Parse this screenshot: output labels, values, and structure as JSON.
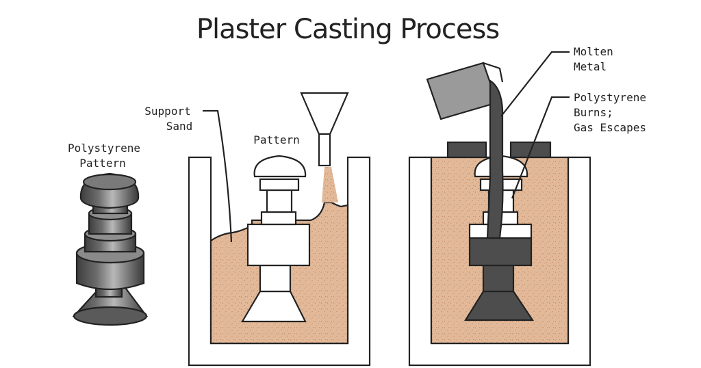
{
  "title": "Plaster Casting Process",
  "labels": {
    "polystyrene_pattern": [
      "Polystyrene",
      "Pattern"
    ],
    "support_sand": [
      "Support",
      "Sand"
    ],
    "pattern": "Pattern",
    "molten_metal": [
      "Molten",
      "Metal"
    ],
    "polystyrene_burns": [
      "Polystyrene",
      "Burns;",
      "Gas Escapes"
    ]
  },
  "colors": {
    "sand": "#e2b999",
    "sand_speckle": "#c58f6c",
    "metal_dark": "#4d4d4d",
    "metal_gray": "#9a9a9a",
    "outline": "#222222",
    "background": "#ffffff"
  }
}
